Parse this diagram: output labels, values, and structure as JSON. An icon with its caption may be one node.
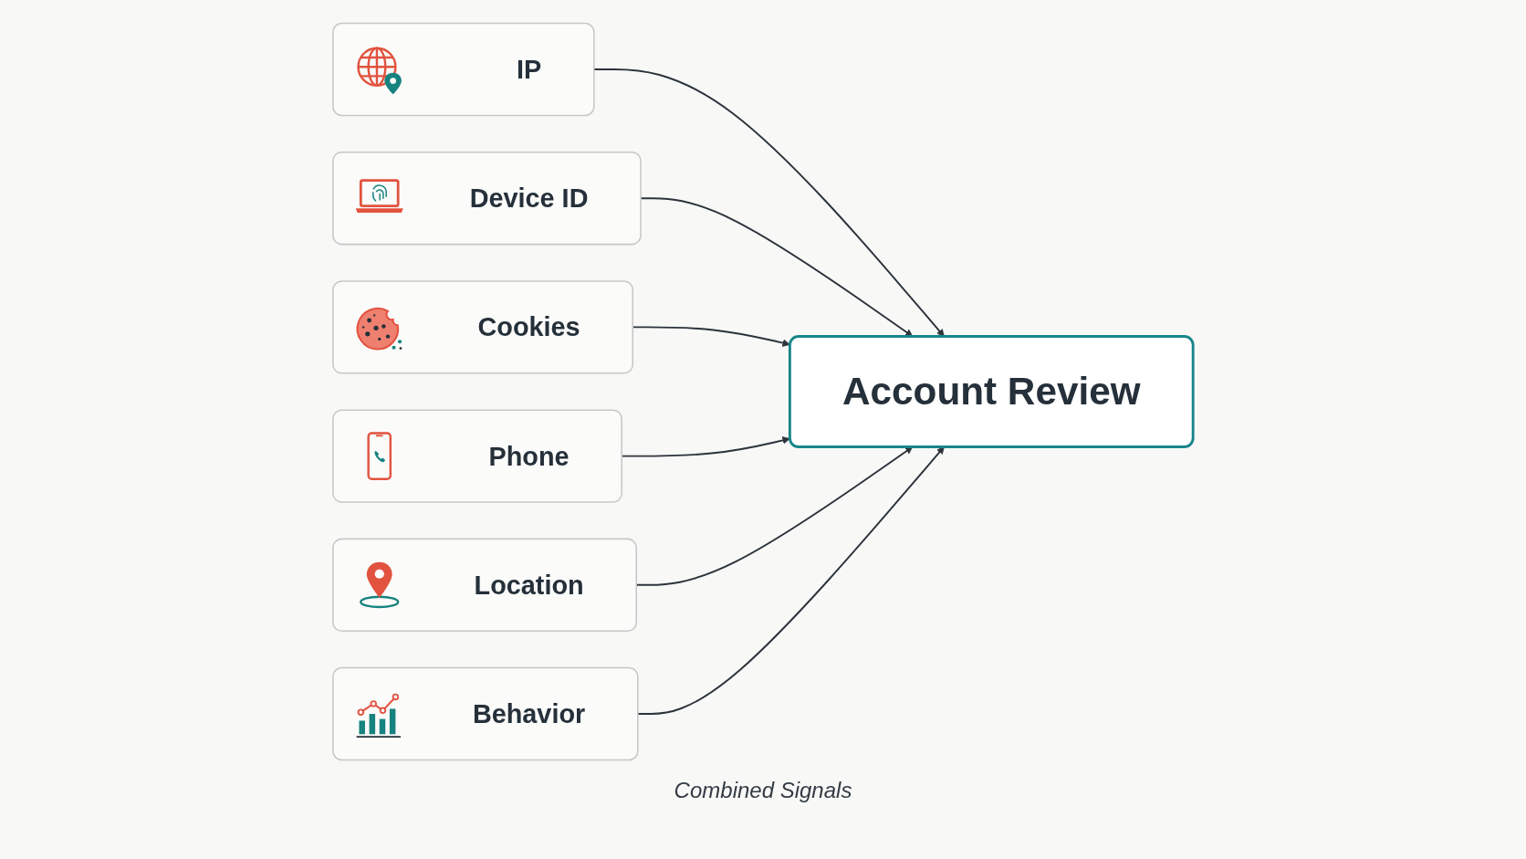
{
  "diagram": {
    "caption": "Combined Signals",
    "nodes": [
      {
        "text": [
          "IP"
        ]
      },
      {
        "text": [
          "Device ID"
        ]
      },
      {
        "text": [
          "Cookies"
        ]
      },
      {
        "text": [
          "Account Review"
        ]
      },
      {
        "text": [
          "Phone"
        ]
      },
      {
        "text": [
          "Location"
        ]
      },
      {
        "text": [
          "Behavior"
        ]
      }
    ],
    "edges": [
      {
        "from": 0,
        "to": 3,
        "arrow": "to"
      },
      {
        "from": 1,
        "to": 3,
        "arrow": "to"
      },
      {
        "from": 2,
        "to": 3,
        "arrow": "to"
      },
      {
        "from": 4,
        "to": 3,
        "arrow": "to"
      },
      {
        "from": 5,
        "to": 3,
        "arrow": "to"
      },
      {
        "from": 6,
        "to": 3,
        "arrow": "to"
      }
    ]
  }
}
